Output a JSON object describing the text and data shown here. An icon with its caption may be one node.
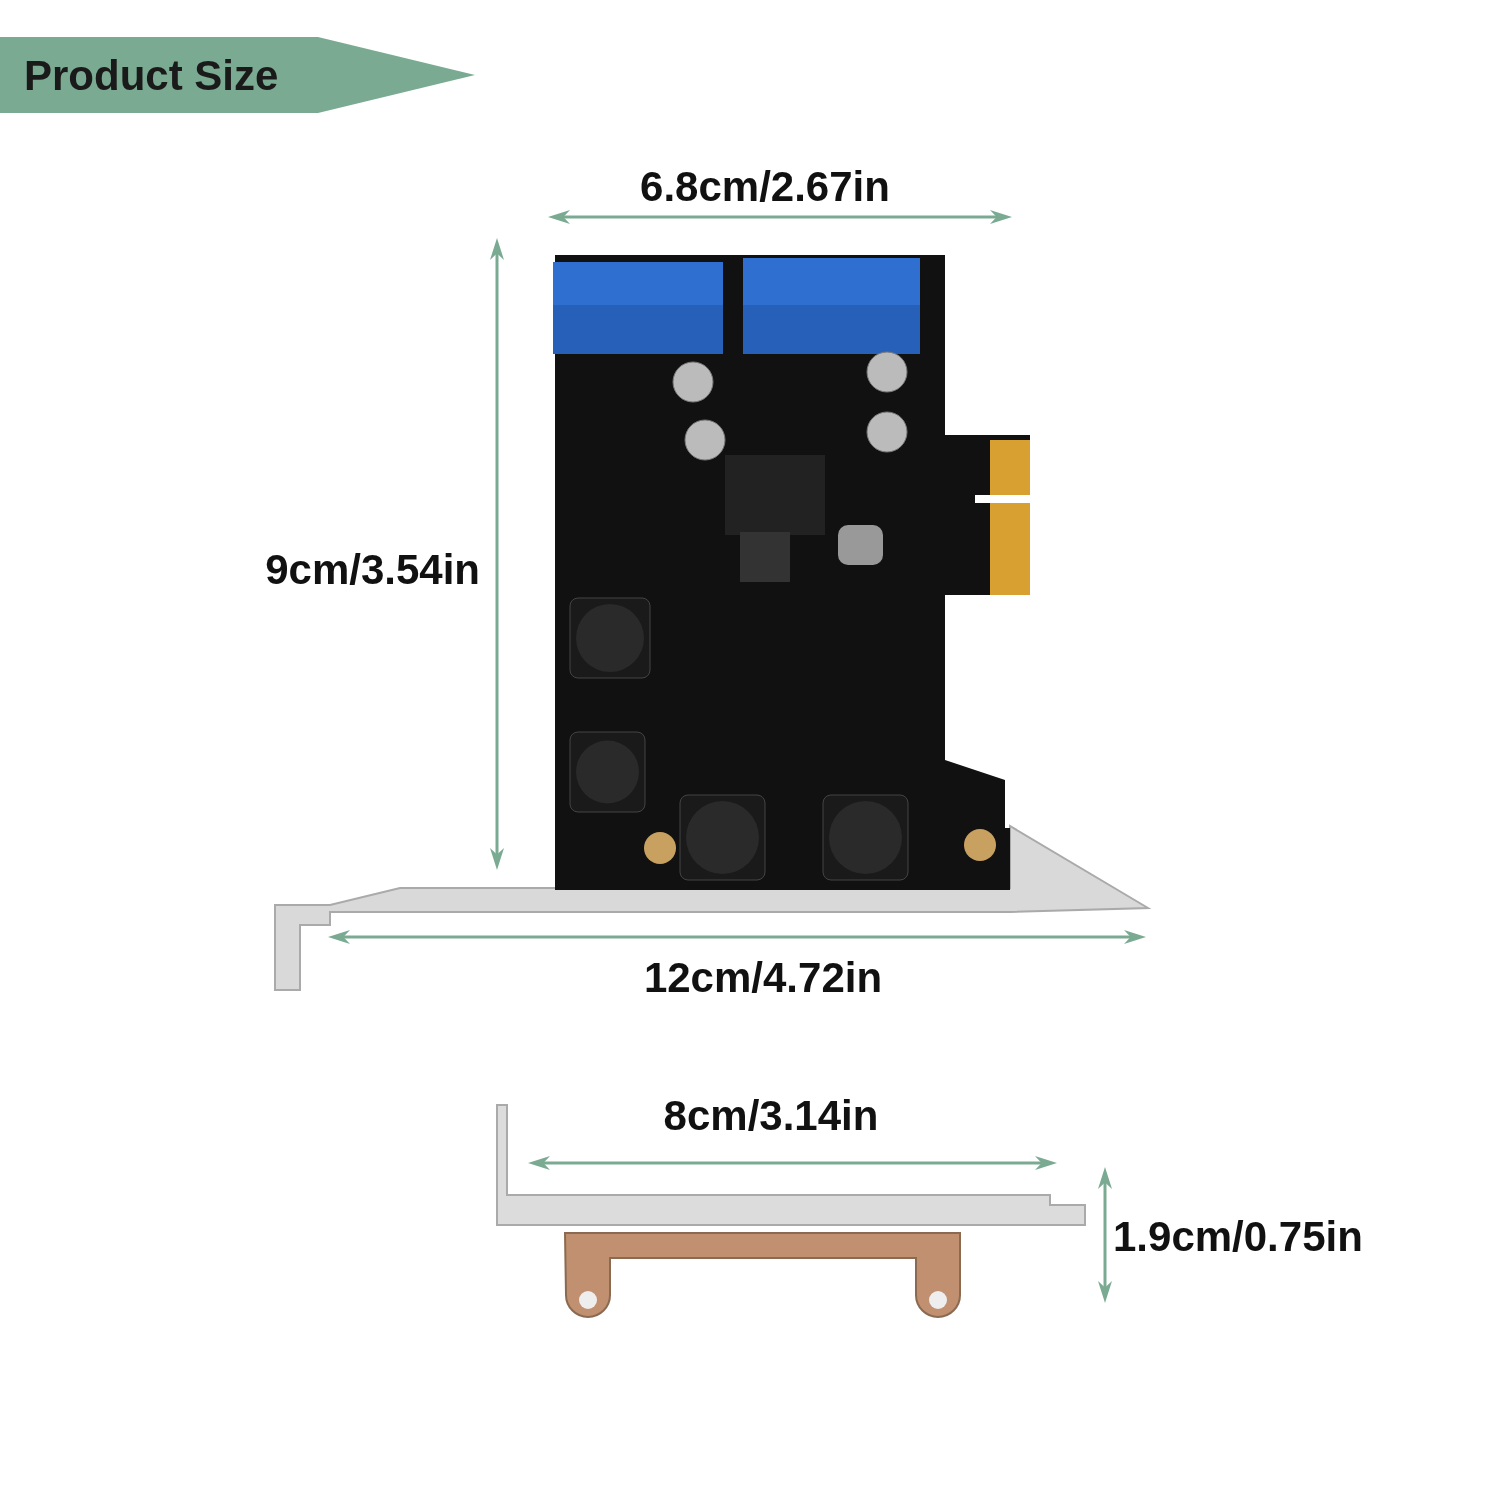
{
  "diagram": {
    "title": "Product Size",
    "labels": [
      "6.8cm/2.67in",
      "9cm/3.54in",
      "12cm/4.72in",
      "8cm/3.14in",
      "1.9cm/0.75in"
    ]
  }
}
